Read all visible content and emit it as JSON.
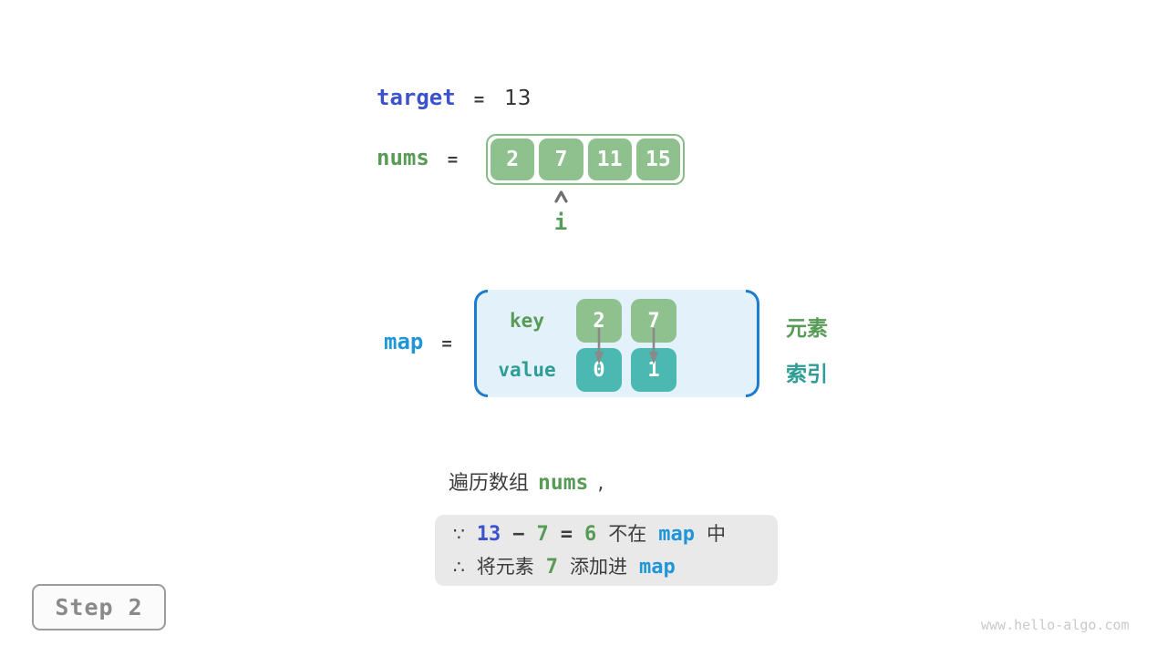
{
  "colors": {
    "royal_blue": "#3B52CC",
    "bright_blue": "#1E96D8",
    "bracket_blue": "#1A7DD0",
    "green_text": "#579B57",
    "green_cell": "#8FC18F",
    "teal_text": "#2E9D96",
    "teal_cell": "#4BB8B1",
    "dark_text": "#3C3C3C",
    "panel_bg": "#E3F1FB",
    "reason_box_bg": "#E9E9E9"
  },
  "target": {
    "label": "target",
    "eq": "=",
    "value": "13"
  },
  "nums": {
    "label": "nums",
    "eq": "=",
    "values": [
      "2",
      "7",
      "11",
      "15"
    ],
    "pointer_label": "i"
  },
  "map": {
    "label": "map",
    "eq": "=",
    "key_label": "key",
    "value_label": "value",
    "entries": [
      {
        "key": "2",
        "value": "0"
      },
      {
        "key": "7",
        "value": "1"
      }
    ],
    "legend": {
      "element": "元素",
      "index": "索引"
    }
  },
  "traverse": {
    "prefix": "遍历数组",
    "code": "nums",
    "comma": ","
  },
  "reason": {
    "line1": [
      "∵",
      "13",
      "−",
      "7",
      "=",
      "6",
      "不在",
      "map",
      "中"
    ],
    "line2": [
      "∴",
      "将元素",
      "7",
      "添加进",
      "map"
    ]
  },
  "step": {
    "label": "Step 2"
  },
  "watermark": "www.hello-algo.com"
}
